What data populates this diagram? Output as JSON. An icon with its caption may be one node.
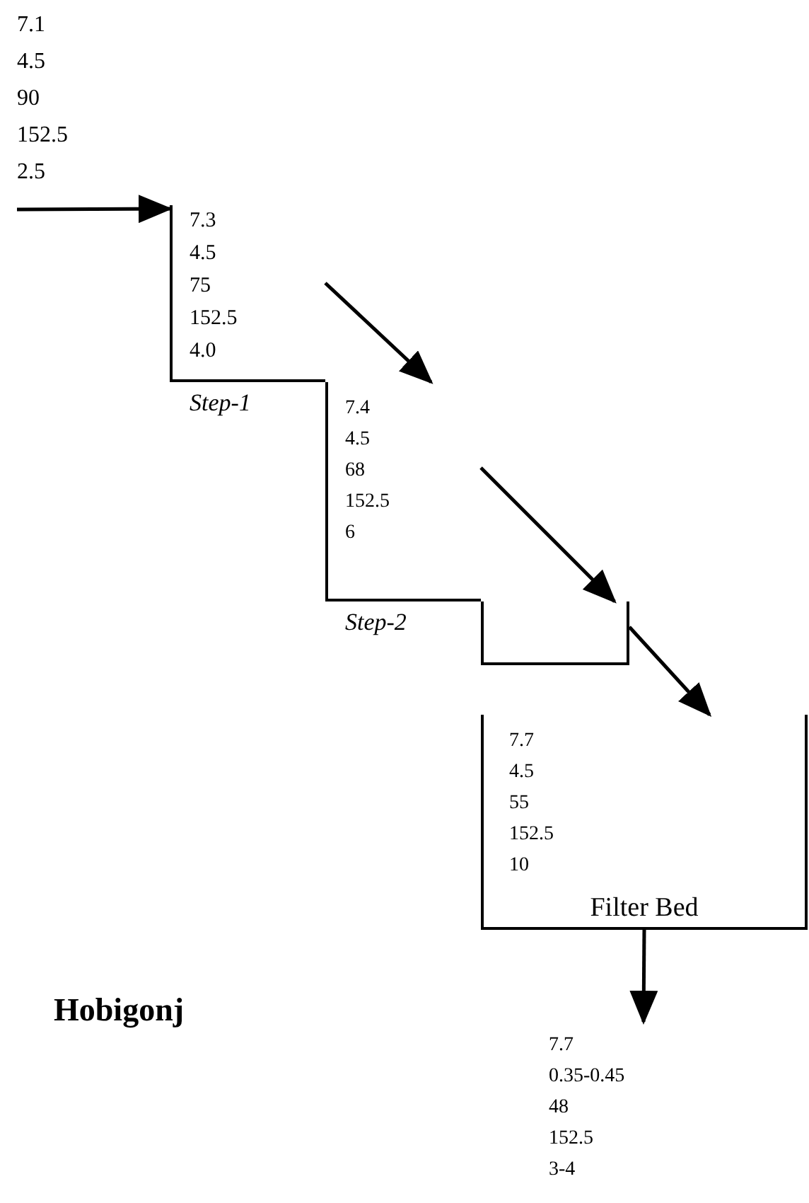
{
  "diagram": {
    "title": "Hobigonj",
    "nodes": [
      {
        "text": [
          "7.1",
          "4.5",
          "90",
          "152.5",
          "2.5"
        ]
      },
      {
        "text": [
          "7.3",
          "4.5",
          "75",
          "152.5",
          "4.0"
        ],
        "beside": [
          "Step-1"
        ]
      },
      {
        "text": [
          "7.4",
          "4.5",
          "68",
          "152.5",
          "6"
        ],
        "beside": [
          "Step-2"
        ]
      },
      {
        "text": [],
        "shape": "box"
      },
      {
        "text": [
          "7.7",
          "4.5",
          "55",
          "152.5",
          "10",
          "Filter Bed"
        ]
      },
      {
        "text": [
          "7.7",
          "0.35-0.45",
          "48",
          "152.5",
          "3-4"
        ]
      }
    ],
    "edges": [
      {
        "from": 0,
        "to": 1,
        "arrow": "to"
      },
      {
        "from": 1,
        "to": 2,
        "arrow": "to"
      },
      {
        "from": 2,
        "to": 3,
        "arrow": "to"
      },
      {
        "from": 3,
        "to": 4,
        "arrow": "to"
      },
      {
        "from": 4,
        "to": 5,
        "arrow": "to"
      }
    ]
  }
}
